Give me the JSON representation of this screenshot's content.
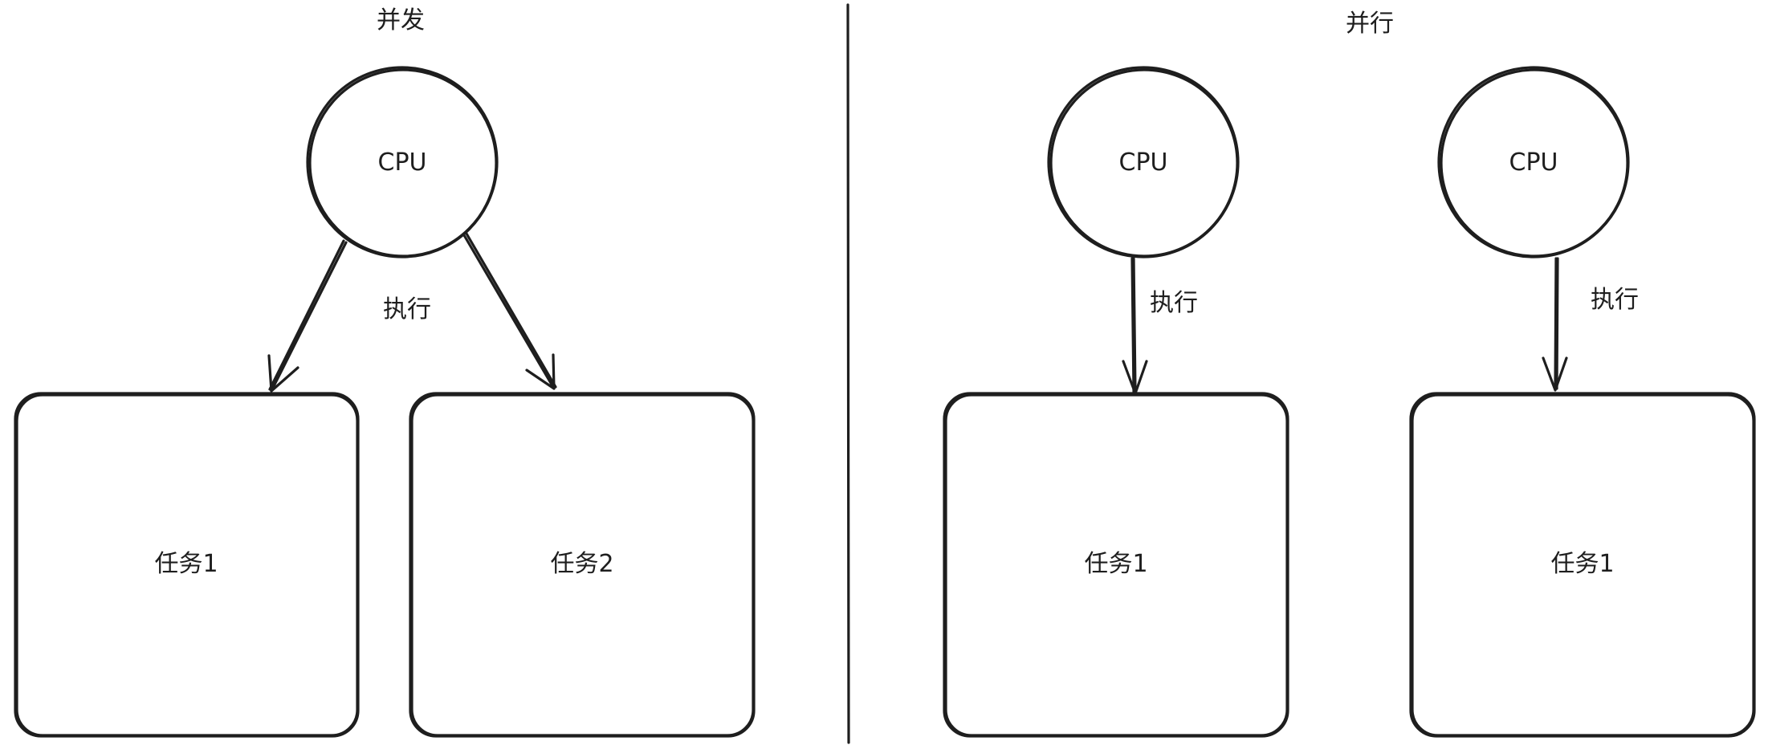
{
  "left": {
    "title": "并发",
    "cpu_label": "CPU",
    "edge_label": "执行",
    "task1_label": "任务1",
    "task2_label": "任务2"
  },
  "right": {
    "title": "并行",
    "cpu1_label": "CPU",
    "cpu2_label": "CPU",
    "edge1_label": "执行",
    "edge2_label": "执行",
    "task1_label": "任务1",
    "task2_label": "任务1"
  },
  "colors": {
    "stroke": "#1e1e1e",
    "background": "#ffffff"
  }
}
